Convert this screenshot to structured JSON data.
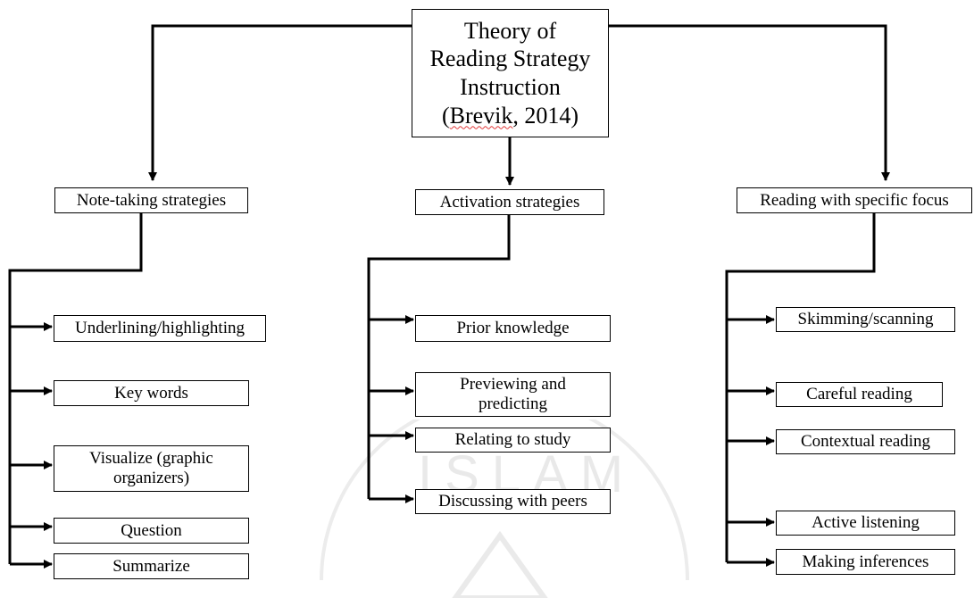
{
  "root": {
    "line1": "Theory of",
    "line2": "Reading Strategy",
    "line3": "Instruction",
    "line4_name": "Brevik",
    "line4_year": ", 2014)",
    "line4_open": "("
  },
  "categories": [
    {
      "label": "Note-taking strategies",
      "items": [
        "Underlining/highlighting",
        "Key words",
        "Visualize (graphic organizers)",
        "Question",
        "Summarize"
      ]
    },
    {
      "label": "Activation strategies",
      "items": [
        "Prior knowledge",
        "Previewing and predicting",
        "Relating to study",
        "Discussing with peers"
      ]
    },
    {
      "label": "Reading with specific focus",
      "items": [
        "Skimming/scanning",
        "Careful reading",
        "Contextual reading",
        "Active listening",
        "Making inferences"
      ]
    }
  ],
  "watermark": "ISLAM"
}
